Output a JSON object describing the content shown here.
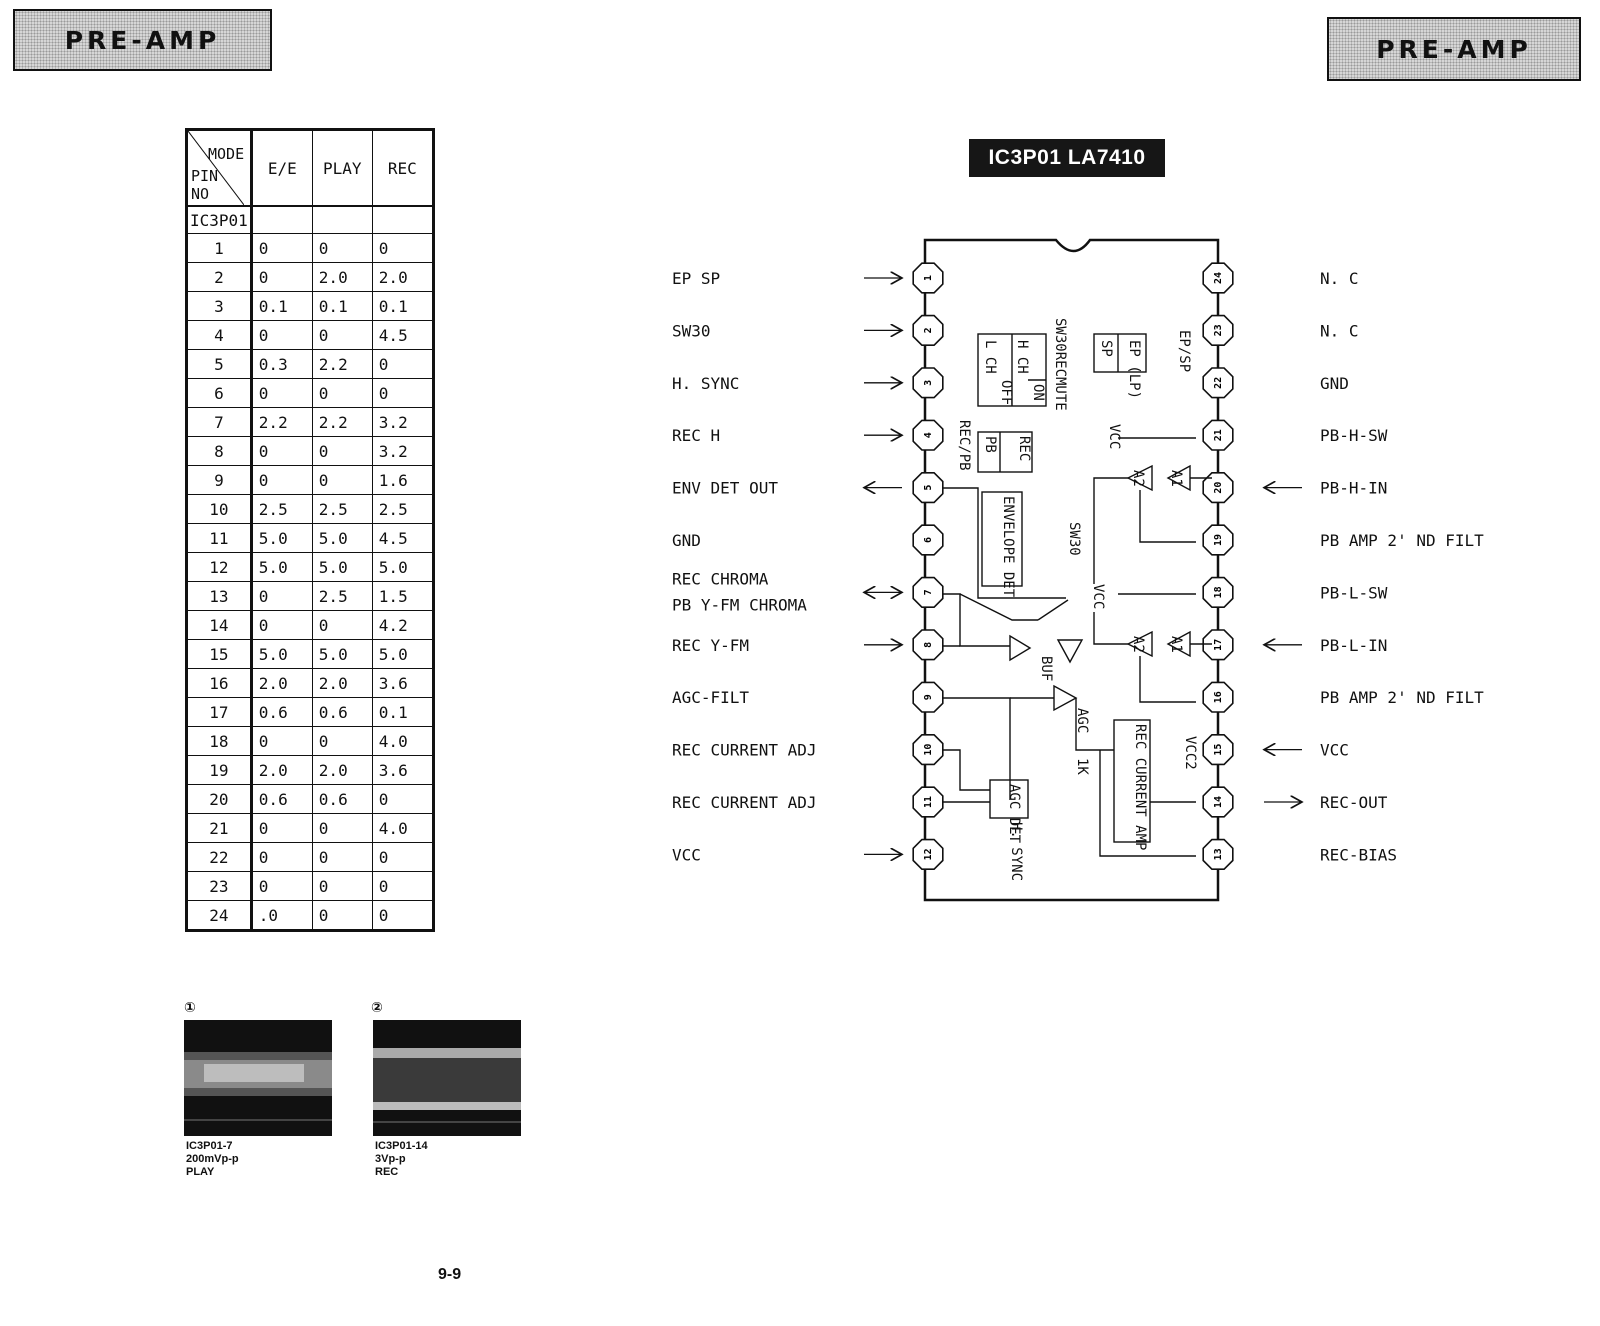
{
  "header": {
    "left_title": "PRE-AMP",
    "right_title": "PRE-AMP"
  },
  "table": {
    "corner": {
      "mode": "MODE",
      "pin": "PIN",
      "no": "NO"
    },
    "columns": [
      "E/E",
      "PLAY",
      "REC"
    ],
    "ic_label": "IC3P01",
    "rows": [
      [
        "1",
        "0",
        "0",
        "0"
      ],
      [
        "2",
        "0",
        "2.0",
        "2.0"
      ],
      [
        "3",
        "0.1",
        "0.1",
        "0.1"
      ],
      [
        "4",
        "0",
        "0",
        "4.5"
      ],
      [
        "5",
        "0.3",
        "2.2",
        "0"
      ],
      [
        "6",
        "0",
        "0",
        "0"
      ],
      [
        "7",
        "2.2",
        "2.2",
        "3.2"
      ],
      [
        "8",
        "0",
        "0",
        "3.2"
      ],
      [
        "9",
        "0",
        "0",
        "1.6"
      ],
      [
        "10",
        "2.5",
        "2.5",
        "2.5"
      ],
      [
        "11",
        "5.0",
        "5.0",
        "4.5"
      ],
      [
        "12",
        "5.0",
        "5.0",
        "5.0"
      ],
      [
        "13",
        "0",
        "2.5",
        "1.5"
      ],
      [
        "14",
        "0",
        "0",
        "4.2"
      ],
      [
        "15",
        "5.0",
        "5.0",
        "5.0"
      ],
      [
        "16",
        "2.0",
        "2.0",
        "3.6"
      ],
      [
        "17",
        "0.6",
        "0.6",
        "0.1"
      ],
      [
        "18",
        "0",
        "0",
        "4.0"
      ],
      [
        "19",
        "2.0",
        "2.0",
        "3.6"
      ],
      [
        "20",
        "0.6",
        "0.6",
        "0"
      ],
      [
        "21",
        "0",
        "0",
        "4.0"
      ],
      [
        "22",
        "0",
        "0",
        "0"
      ],
      [
        "23",
        "0",
        "0",
        "0"
      ],
      [
        "24",
        ".0",
        "0",
        "0"
      ]
    ]
  },
  "waveforms": [
    {
      "num": "①",
      "point": "IC3P01-7",
      "amplitude": "200mVp-p",
      "mode": "PLAY"
    },
    {
      "num": "②",
      "point": "IC3P01-14",
      "amplitude": "3Vp-p",
      "mode": "REC"
    }
  ],
  "page_number": "9-9",
  "ic": {
    "title": "IC3P01 LA7410",
    "left_pins": [
      {
        "num": "1",
        "label": "EP SP",
        "dir": "in"
      },
      {
        "num": "2",
        "label": "SW30",
        "dir": "in"
      },
      {
        "num": "3",
        "label": "H. SYNC",
        "dir": "in"
      },
      {
        "num": "4",
        "label": "REC H",
        "dir": "in"
      },
      {
        "num": "5",
        "label": "ENV DET OUT",
        "dir": "out"
      },
      {
        "num": "6",
        "label": "GND",
        "dir": "none"
      },
      {
        "num": "7",
        "label": "REC CHROMA|PB Y-FM CHROMA",
        "dir": "both"
      },
      {
        "num": "8",
        "label": "REC Y-FM",
        "dir": "in"
      },
      {
        "num": "9",
        "label": "AGC-FILT",
        "dir": "none"
      },
      {
        "num": "10",
        "label": "REC CURRENT ADJ",
        "dir": "none"
      },
      {
        "num": "11",
        "label": "REC CURRENT ADJ",
        "dir": "none"
      },
      {
        "num": "12",
        "label": "VCC",
        "dir": "in"
      }
    ],
    "right_pins": [
      {
        "num": "24",
        "label": "N. C",
        "dir": "none"
      },
      {
        "num": "23",
        "label": "N. C",
        "dir": "none"
      },
      {
        "num": "22",
        "label": "GND",
        "dir": "none"
      },
      {
        "num": "21",
        "label": "PB-H-SW",
        "dir": "none"
      },
      {
        "num": "20",
        "label": "PB-H-IN",
        "dir": "in"
      },
      {
        "num": "19",
        "label": "PB AMP 2' ND FILT",
        "dir": "none"
      },
      {
        "num": "18",
        "label": "PB-L-SW",
        "dir": "none"
      },
      {
        "num": "17",
        "label": "PB-L-IN",
        "dir": "in"
      },
      {
        "num": "16",
        "label": "PB AMP 2' ND FILT",
        "dir": "none"
      },
      {
        "num": "15",
        "label": "VCC",
        "dir": "in"
      },
      {
        "num": "14",
        "label": "REC-OUT",
        "dir": "out"
      },
      {
        "num": "13",
        "label": "REC-BIAS",
        "dir": "none"
      }
    ],
    "internal_labels": {
      "sw30recmute": "SW30RECMUTE",
      "h_ch": "H CH",
      "l_ch": "L CH",
      "on": "ON",
      "off": "OFF",
      "ep_sp": "EP/SP",
      "ep_lp": "EP (LP)",
      "sp": "SP",
      "rec_pb": "REC/PB",
      "rec": "REC",
      "pb": "PB",
      "vcc": "VCC",
      "vcc2": "VCC2",
      "envelope_det": "ENVELOPE DET",
      "sw30": "SW30",
      "a1": "A1",
      "a2": "A2",
      "buf": "BUF",
      "agc": "AGC",
      "agc_det": "AGC DET",
      "one_k": "1K",
      "h_sync": "H. SYNC",
      "rec_current_amp": "REC CURRENT AMP"
    }
  }
}
